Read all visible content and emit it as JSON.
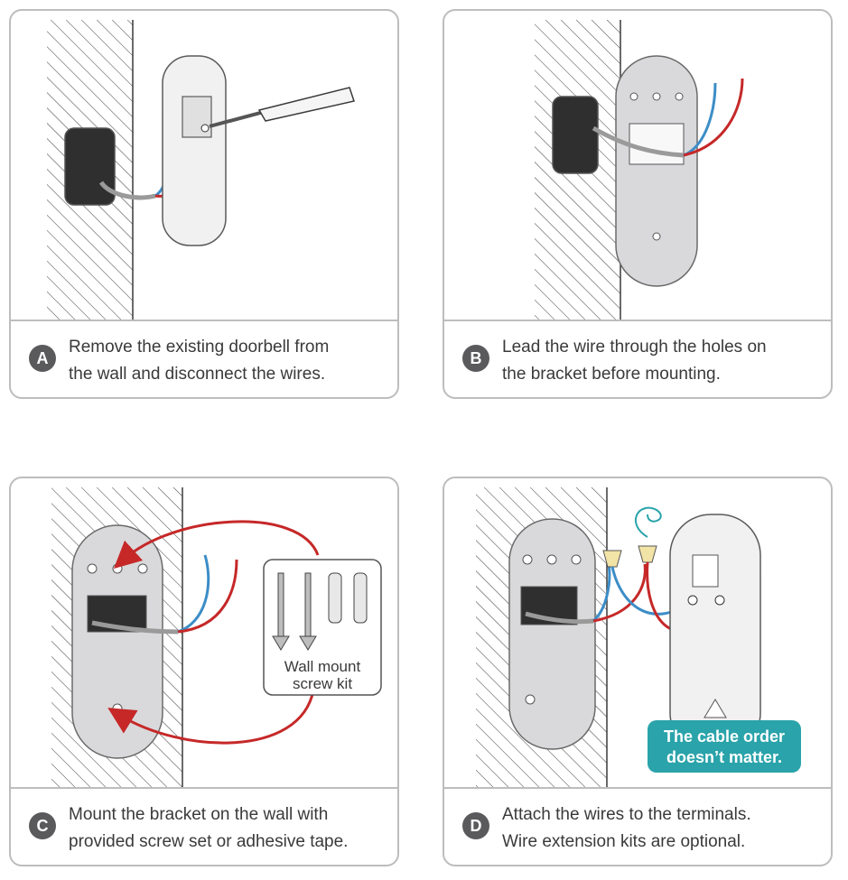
{
  "colors": {
    "border": "#bdbdbd",
    "badge": "#5a5a5c",
    "wire_red": "#c62828",
    "wire_blue": "#3c8dc7",
    "arrow_red": "#c62828",
    "note_teal": "#2aa3aa",
    "bracket_gray": "#d9d9db"
  },
  "steps": [
    {
      "letter": "A",
      "caption": "Remove the existing doorbell from\nthe wall and disconnect the wires."
    },
    {
      "letter": "B",
      "caption": "Lead the wire through the holes on\nthe bracket before mounting."
    },
    {
      "letter": "C",
      "caption": "Mount the bracket on the wall with\nprovided screw set or adhesive tape."
    },
    {
      "letter": "D",
      "caption": "Attach the wires to the terminals.\nWire extension kits are optional."
    }
  ],
  "screw_kit": {
    "line1": "Wall mount",
    "line2": "screw kit"
  },
  "cable_note": {
    "line1": "The cable order",
    "line2": "doesn’t matter."
  }
}
